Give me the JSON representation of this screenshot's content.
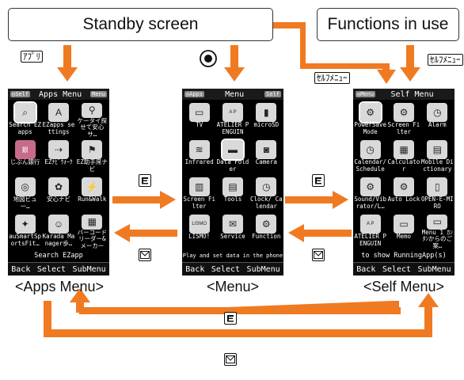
{
  "boxes": {
    "standby": "Standby screen",
    "functions": "Functions in use"
  },
  "labels": {
    "apps_key": "ｱﾌﾟﾘ",
    "self_key_a": "ｾﾙﾌﾒﾆｭｰ",
    "self_key_b": "ｾﾙﾌﾒﾆｭｰ",
    "ez_key": "EZ",
    "mail_key": "mail"
  },
  "captions": {
    "apps": "<Apps Menu>",
    "menu": "<Menu>",
    "self": "<Self Menu>"
  },
  "apps_menu": {
    "tag_left": "◎Self",
    "title": "Apps Menu",
    "tag_right": "Menu",
    "items": [
      "Search EZ apps",
      "EZapps se ttings",
      "ケータイ探せて安心サ…",
      "じぶん銀行",
      "EZﾅﾋﾞｳｫｰｸ",
      "EZ助手席ナビ",
      "地図ビュー…",
      "安心ナビ",
      "Run&Walk",
      "auSmartSportsFit…",
      "Karada Manager歩…",
      "バーコードリーダー&メーカー"
    ],
    "info": "Search EZapp",
    "softkeys": [
      "Back",
      "Select",
      "SubMenu"
    ]
  },
  "menu": {
    "tag_left": "◎Apps",
    "title": "Menu",
    "tag_right": "Self",
    "items": [
      "TV",
      "ATELIER PENGUIN",
      "microSD",
      "Infrared",
      "Data Folder",
      "Camera",
      "Screen Filter",
      "Tools",
      "Clock/ Calendar",
      "LISMO!",
      "Service",
      "Function"
    ],
    "info": "Play and set data in the phone",
    "softkeys": [
      "Back",
      "Select",
      "SubMenu"
    ]
  },
  "self_menu": {
    "tag_left": "◎Menu",
    "title": "Self Menu",
    "tag_right": "",
    "items": [
      "PowerSave Mode",
      "Screen Filter",
      "Alarm",
      "Calendar/ Schedule",
      "Calculator",
      "Mobile Dictionary",
      "Sound/Vibrator/L…",
      "Auto Lock",
      "OPEN-E-MIRO",
      "ATELIER PENGUIN",
      "Memo",
      "Menu 1 ｶﾝﾀﾝからのご案…"
    ],
    "info": "to show RunningApp(s)",
    "softkeys": [
      "Back",
      "Select",
      "SubMenu"
    ]
  }
}
